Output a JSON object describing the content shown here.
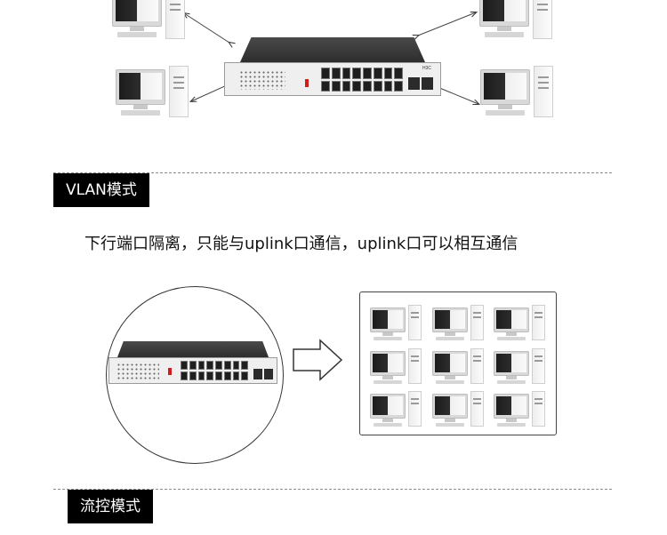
{
  "sections": [
    {
      "label": "VLAN模式",
      "description": "下行端口隔离，只能与uplink口通信，uplink口可以相互通信"
    },
    {
      "label": "流控模式"
    }
  ],
  "switch_brand": "H3C",
  "colors": {
    "label_bg": "#000000",
    "label_text": "#ffffff",
    "port_led": "#d21c1c",
    "divider": "#8a8a8a"
  },
  "icons": [
    "pc-icon",
    "switch-icon",
    "arrow-icon"
  ]
}
